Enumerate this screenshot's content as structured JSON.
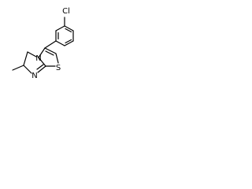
{
  "molecule": {
    "atoms": {
      "cl": "Cl",
      "n_ring": "N",
      "n_bridge": "N",
      "s_ring": "S"
    },
    "colors": {
      "bond": "#000000",
      "label": "#000000",
      "background": "#ffffff"
    }
  }
}
